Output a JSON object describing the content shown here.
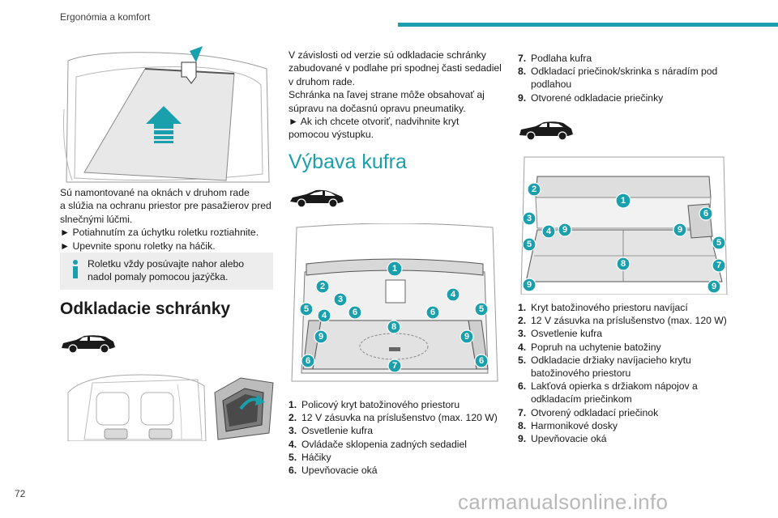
{
  "header": {
    "title": "Ergonómia a komfort",
    "accent": "#1aa0ad"
  },
  "page_number": "72",
  "watermark": "carmanualsonline.info",
  "left_column": {
    "intro_lines": [
      "Sú namontované na oknách v druhom rade",
      "a slúžia na ochranu priestor pre pasažierov pred",
      "slnečnými lúčmi.",
      "► Potiahnutím za úchytku roletku roztiahnite.",
      "► Upevnite sponu roletky na háčik."
    ],
    "info_lines": [
      "Roletku vždy posúvajte nahor alebo",
      "nadol pomaly pomocou jazýčka."
    ],
    "section_heading": "Odkladacie schránky"
  },
  "middle_column": {
    "intro_lines": [
      "V závislosti od verzie sú odkladacie schránky",
      "zabudované v podlahe pri spodnej časti sedadiel",
      "v druhom rade.",
      "Schránka na ľavej strane môže obsahovať aj",
      "súpravu na dočasnú opravu pneumatiky.",
      "► Ak ich chcete otvoriť, nadvihnite kryt",
      "pomocou výstupku."
    ],
    "section_heading": "Výbava kufra",
    "legend": [
      {
        "num": "1.",
        "text": "Policový kryt batožinového priestoru"
      },
      {
        "num": "2.",
        "text": "12 V zásuvka na príslušenstvo (max. 120 W)"
      },
      {
        "num": "3.",
        "text": "Osvetlenie kufra"
      },
      {
        "num": "4.",
        "text": "Ovládače sklopenia zadných sedadiel"
      },
      {
        "num": "5.",
        "text": "Háčiky"
      },
      {
        "num": "6.",
        "text": "Upevňovacie oká"
      }
    ],
    "callouts": [
      "1",
      "2",
      "3",
      "5",
      "4",
      "6",
      "6",
      "4",
      "5",
      "9",
      "8",
      "9",
      "6",
      "7",
      "6"
    ]
  },
  "right_column": {
    "legend_top": [
      {
        "num": "7.",
        "text": "Podlaha kufra"
      },
      {
        "num": "8.",
        "text": "Odkladací priečinok/skrinka s náradím pod podlahou"
      },
      {
        "num": "9.",
        "text": "Otvorené odkladacie priečinky"
      }
    ],
    "legend_bottom": [
      {
        "num": "1.",
        "text": "Kryt batožinového priestoru navíjací"
      },
      {
        "num": "2.",
        "text": "12 V zásuvka na príslušenstvo (max. 120 W)"
      },
      {
        "num": "3.",
        "text": "Osvetlenie kufra"
      },
      {
        "num": "4.",
        "text": "Popruh na uchytenie batožiny"
      },
      {
        "num": "5.",
        "text": "Odkladacie držiaky navíjacieho krytu batožinového priestoru"
      },
      {
        "num": "6.",
        "text": "Lakťová opierka s držiakom nápojov a odkladacím priečinkom"
      },
      {
        "num": "7.",
        "text": "Otvorený odkladací priečinok"
      },
      {
        "num": "8.",
        "text": "Harmonikové dosky"
      },
      {
        "num": "9.",
        "text": "Upevňovacie oká"
      }
    ],
    "callouts": [
      "2",
      "1",
      "3",
      "6",
      "4",
      "9",
      "9",
      "5",
      "5",
      "8",
      "7",
      "9",
      "9"
    ]
  }
}
